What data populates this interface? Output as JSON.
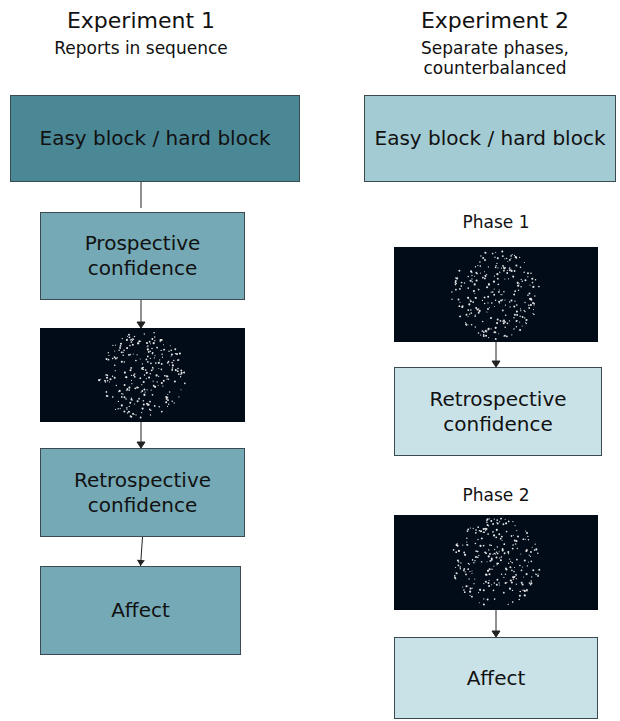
{
  "diagram": {
    "nodes": [
      {
        "text": [
          "Easy block / hard block"
        ]
      },
      {
        "text": [
          "Prospective confidence"
        ]
      },
      {
        "text": [
          "Retrospective confidence"
        ]
      },
      {
        "text": [
          "Affect"
        ]
      },
      {
        "text": [
          "Easy block / hard block"
        ]
      },
      {
        "text": [
          "Retrospective confidence"
        ]
      },
      {
        "text": [
          "Affect"
        ]
      }
    ],
    "edges": [
      {
        "from": 2,
        "to": 3,
        "arrow": "to"
      }
    ],
    "labels": [
      "Experiment 1",
      "Reports in sequence",
      "Experiment 2",
      "Separate phases, counterbalanced",
      "Phase 1",
      "Phase 2"
    ]
  }
}
